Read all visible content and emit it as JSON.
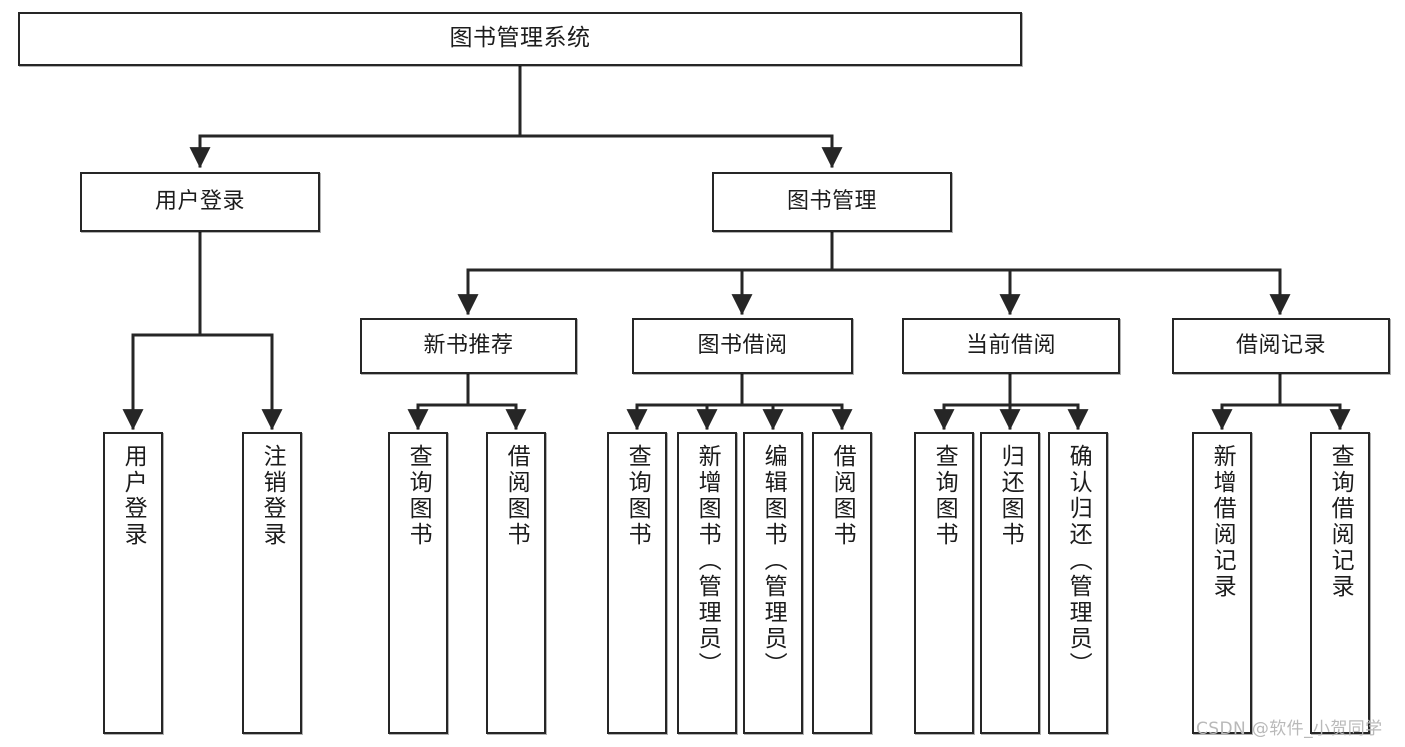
{
  "diagram": {
    "title": "图书管理系统",
    "type": "tree",
    "orientation": "top-down",
    "colors": {
      "box_border": "#262626",
      "box_fill": "#ffffff",
      "edge": "#262626",
      "text": "#1c1c1c",
      "watermark": "#b9b9b9",
      "background": "#ffffff"
    },
    "watermark": "CSDN @软件_小贺同学"
  },
  "nodes": {
    "root": {
      "label": "图书管理系统",
      "level": 1
    },
    "level2": [
      {
        "id": "user-login",
        "label": "用户登录"
      },
      {
        "id": "book-manage",
        "label": "图书管理"
      }
    ],
    "level3": [
      {
        "id": "new-book-recommend",
        "label": "新书推荐"
      },
      {
        "id": "book-borrow",
        "label": "图书借阅"
      },
      {
        "id": "current-borrow",
        "label": "当前借阅"
      },
      {
        "id": "borrow-record",
        "label": "借阅记录"
      }
    ],
    "leaves": {
      "user-login": [
        {
          "id": "leaf-user-login",
          "label": "用户登录"
        },
        {
          "id": "leaf-logout",
          "label": "注销登录"
        }
      ],
      "new-book-recommend": [
        {
          "id": "leaf-query-book-1",
          "label": "查询图书"
        },
        {
          "id": "leaf-borrow-book-1",
          "label": "借阅图书"
        }
      ],
      "book-borrow": [
        {
          "id": "leaf-query-book-2",
          "label": "查询图书"
        },
        {
          "id": "leaf-add-book",
          "label": "新增图书（管理员）"
        },
        {
          "id": "leaf-edit-book",
          "label": "编辑图书（管理员）"
        },
        {
          "id": "leaf-borrow-book-2",
          "label": "借阅图书"
        }
      ],
      "current-borrow": [
        {
          "id": "leaf-query-book-3",
          "label": "查询图书"
        },
        {
          "id": "leaf-return-book",
          "label": "归还图书"
        },
        {
          "id": "leaf-confirm-return",
          "label": "确认归还（管理员）"
        }
      ],
      "borrow-record": [
        {
          "id": "leaf-add-record",
          "label": "新增借阅记录"
        },
        {
          "id": "leaf-query-record",
          "label": "查询借阅记录"
        }
      ]
    }
  }
}
